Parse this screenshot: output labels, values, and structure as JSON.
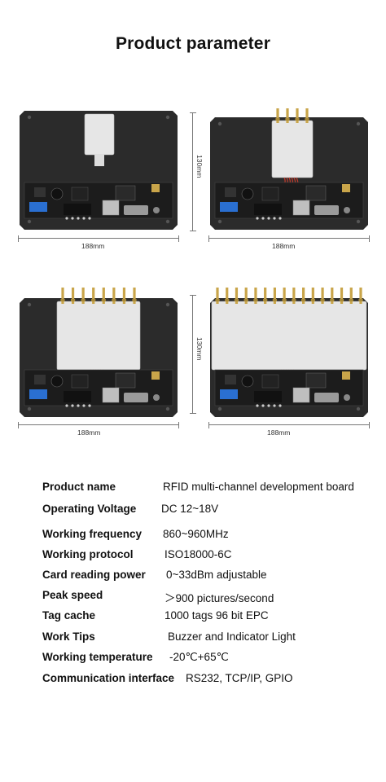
{
  "title": "Product parameter",
  "dimensions": {
    "width_label": "188mm",
    "height_label": "130mm"
  },
  "boards": [
    {
      "name": "board-1-channel",
      "antennas": 0
    },
    {
      "name": "board-4-channel",
      "antennas": 4
    },
    {
      "name": "board-8-channel",
      "antennas": 8
    },
    {
      "name": "board-16-channel",
      "antennas": 16
    }
  ],
  "specs": [
    {
      "label": "Product name",
      "value": "RFID multi-channel development board"
    },
    {
      "label": "Operating Voltage",
      "value": "DC 12~18V"
    },
    {
      "label": "Working frequency",
      "value": "860~960MHz"
    },
    {
      "label": "Working protocol",
      "value": "ISO18000-6C"
    },
    {
      "label": "Card reading power",
      "value": "0~33dBm adjustable"
    },
    {
      "label": "Peak speed",
      "value": "＞900 pictures/second"
    },
    {
      "label": "Tag cache",
      "value": "1000 tags 96 bit EPC"
    },
    {
      "label": "Work Tips",
      "value": "Buzzer and Indicator Light"
    },
    {
      "label": "Working temperature",
      "value": "-20℃+65℃"
    },
    {
      "label": "Communication interface",
      "value": "RS232, TCP/IP, GPIO"
    }
  ],
  "colors": {
    "board": "#2b2b2b",
    "pcb": "#1c1c1c",
    "module": "#e6e6e6",
    "connector": "#c9a54a",
    "cable": "#c0392b",
    "terminal": "#2a6fd1"
  }
}
